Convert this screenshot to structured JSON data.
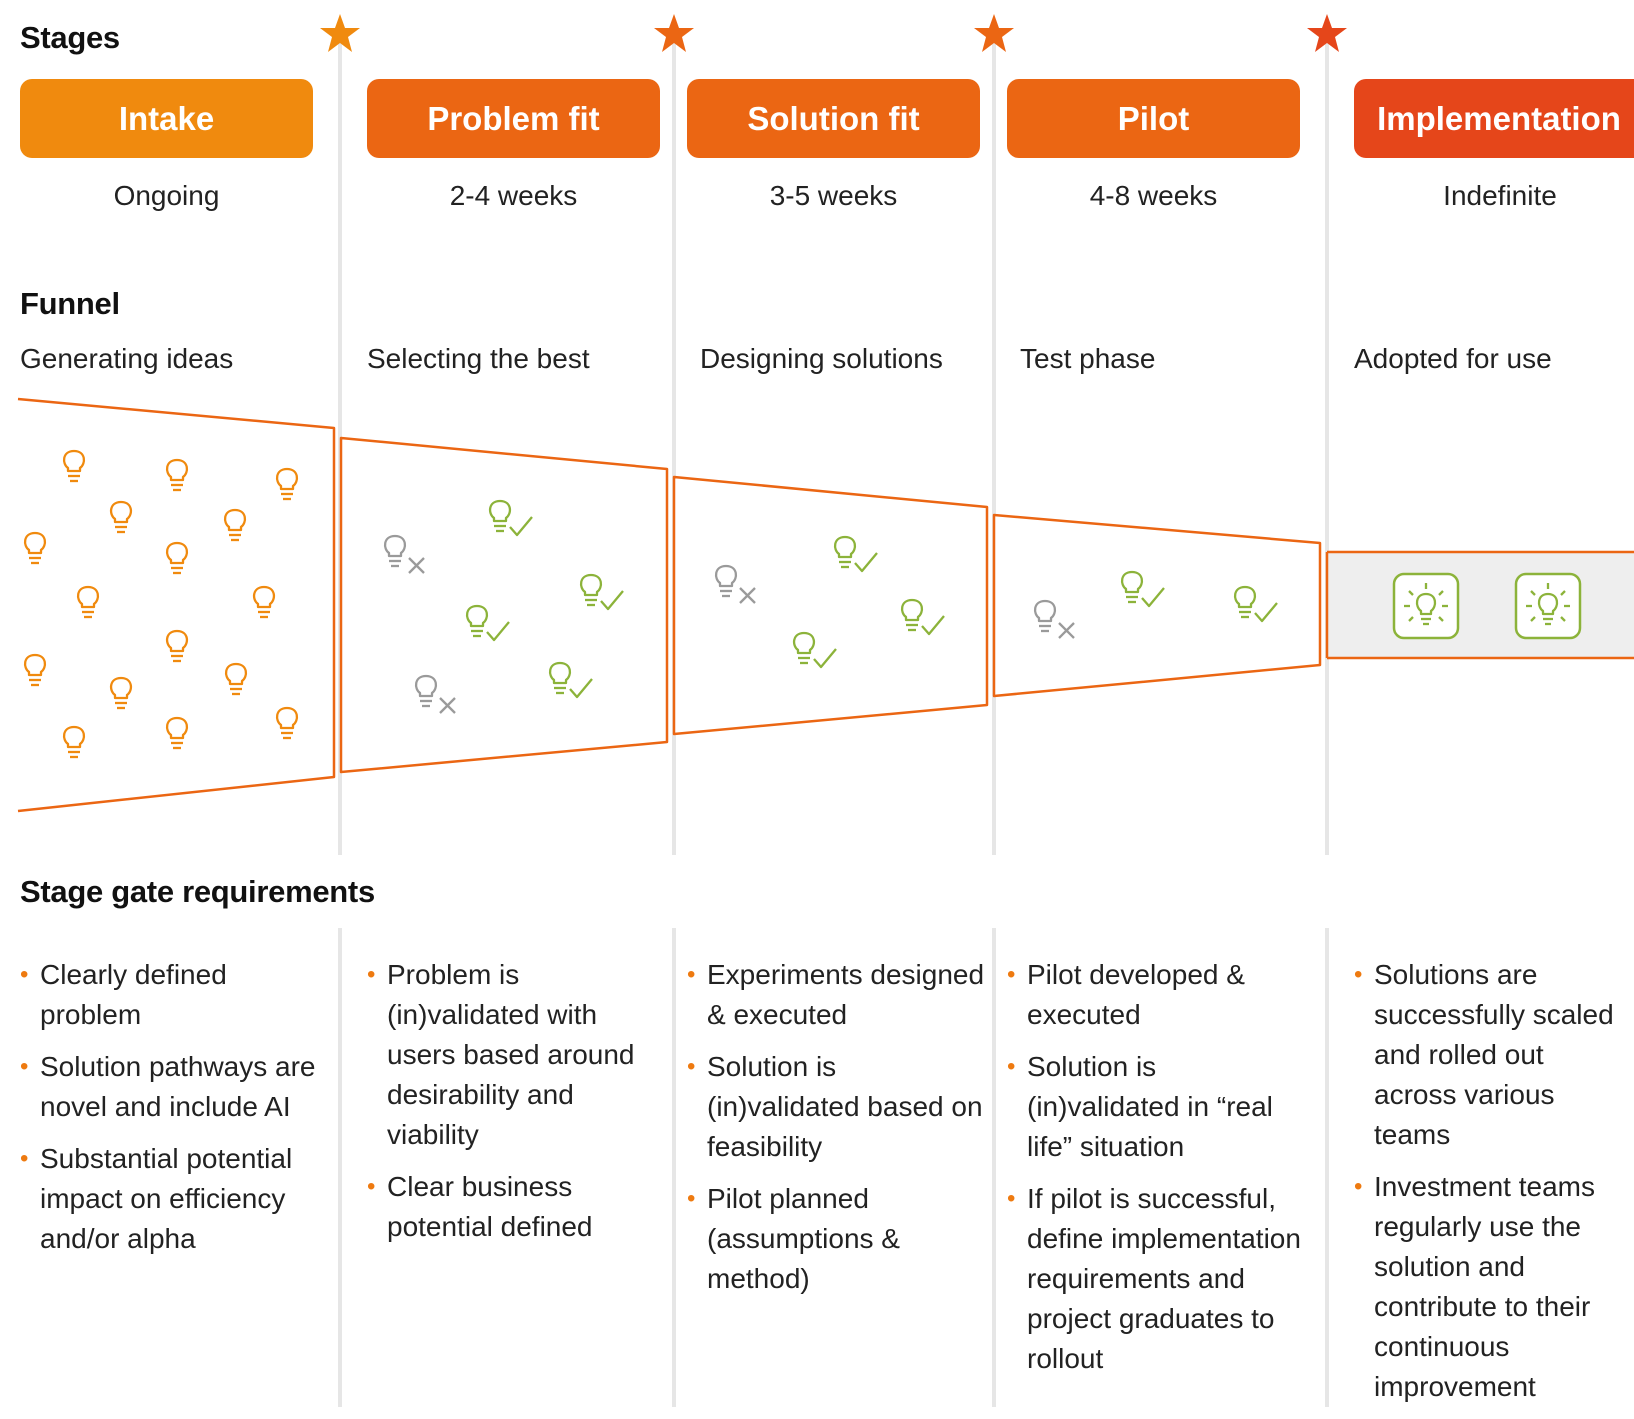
{
  "headings": {
    "stages": "Stages",
    "funnel": "Funnel",
    "requirements": "Stage gate requirements"
  },
  "colors": {
    "orange_light": "#f08a0e",
    "orange": "#eb6613",
    "red_orange": "#e5461a",
    "green": "#8cb33a",
    "grey_icon": "#9a9a9a",
    "divider": "#e6e6e6"
  },
  "stages": [
    {
      "name": "Intake",
      "duration": "Ongoing",
      "funnel_label": "Generating ideas"
    },
    {
      "name": "Problem fit",
      "duration": "2-4 weeks",
      "funnel_label": "Selecting the best"
    },
    {
      "name": "Solution fit",
      "duration": "3-5 weeks",
      "funnel_label": "Designing solutions"
    },
    {
      "name": "Pilot",
      "duration": "4-8 weeks",
      "funnel_label": "Test phase"
    },
    {
      "name": "Implementation",
      "duration": "Indefinite",
      "funnel_label": "Adopted for use"
    }
  ],
  "icons": {
    "gate": "star-icon",
    "idea": "lightbulb-icon",
    "accepted": "lightbulb-check-icon",
    "rejected": "lightbulb-x-icon",
    "adopted": "lit-lightbulb-icon"
  },
  "requirements": [
    [
      "Clearly defined problem",
      "Solution pathways are novel and include AI",
      "Substantial potential impact on efficiency and/or alpha"
    ],
    [
      "Problem is (in)validated with users based around desirability and viability",
      "Clear business potential defined"
    ],
    [
      "Experiments designed & executed",
      "Solution is (in)validated based on feasibility",
      "Pilot planned (assumptions & method)"
    ],
    [
      "Pilot developed & executed",
      "Solution is (in)validated in “real life” situation",
      "If pilot is successful, define implementation requirements and project graduates to rollout"
    ],
    [
      "Solutions are successfully scaled and rolled out across various teams",
      "Investment teams regularly use the solution and contribute to their continuous improvement"
    ]
  ]
}
